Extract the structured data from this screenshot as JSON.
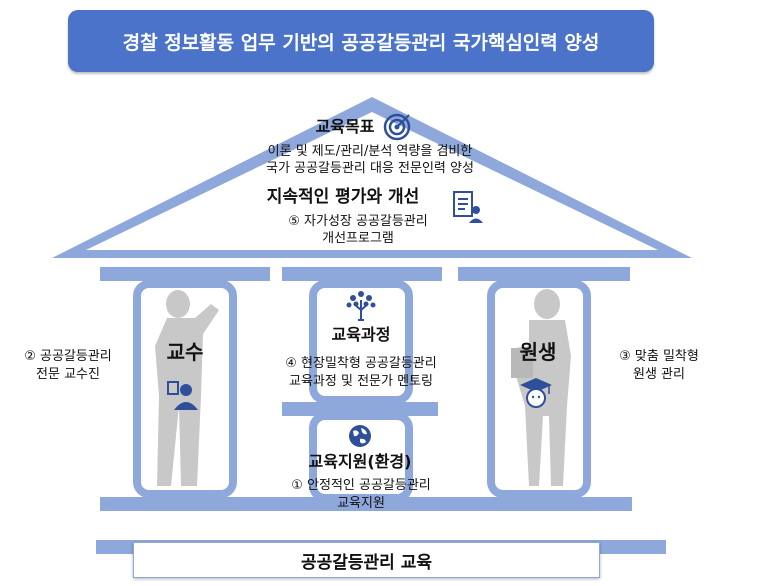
{
  "title": "경찰 정보활동 업무 기반의 공공갈등관리 국가핵심인력 양성",
  "roof": {
    "goal_title": "교육목표",
    "goal_line1": "이론 및 제도/관리/분석 역량을 겸비한",
    "goal_line2": "국가 공공갈등관리 대응 전문인력 양성",
    "eval_title": "지속적인 평가와 개선",
    "eval_line1": "⑤ 자가성장 공공갈등관리",
    "eval_line2": "개선프로그램"
  },
  "left_pillar": {
    "label": "교수",
    "desc_line1": "② 공공갈등관리",
    "desc_line2": "전문 교수진"
  },
  "right_pillar": {
    "label": "원생",
    "desc_line1": "③ 맞춤 밀착형",
    "desc_line2": "원생 관리"
  },
  "center_upper": {
    "label": "교육과정",
    "desc_line1": "④ 현장밀착형 공공갈등관리",
    "desc_line2": "교육과정 및 전문가 멘토링"
  },
  "center_lower": {
    "label": "교육지원(환경)",
    "desc_line1": "① 안정적인 공공갈등관리",
    "desc_line2": "교육지원"
  },
  "base": {
    "label": "공공갈등관리 교육"
  },
  "colors": {
    "banner": "#4a73c9",
    "structure": "#8fa8dc",
    "icon": "#2f4f9a",
    "silhouette": "#c8c8c8"
  },
  "icons": [
    "target-icon",
    "checklist-person-icon",
    "tree-icon",
    "globe-icon",
    "id-badge-person-icon",
    "graduate-icon"
  ]
}
